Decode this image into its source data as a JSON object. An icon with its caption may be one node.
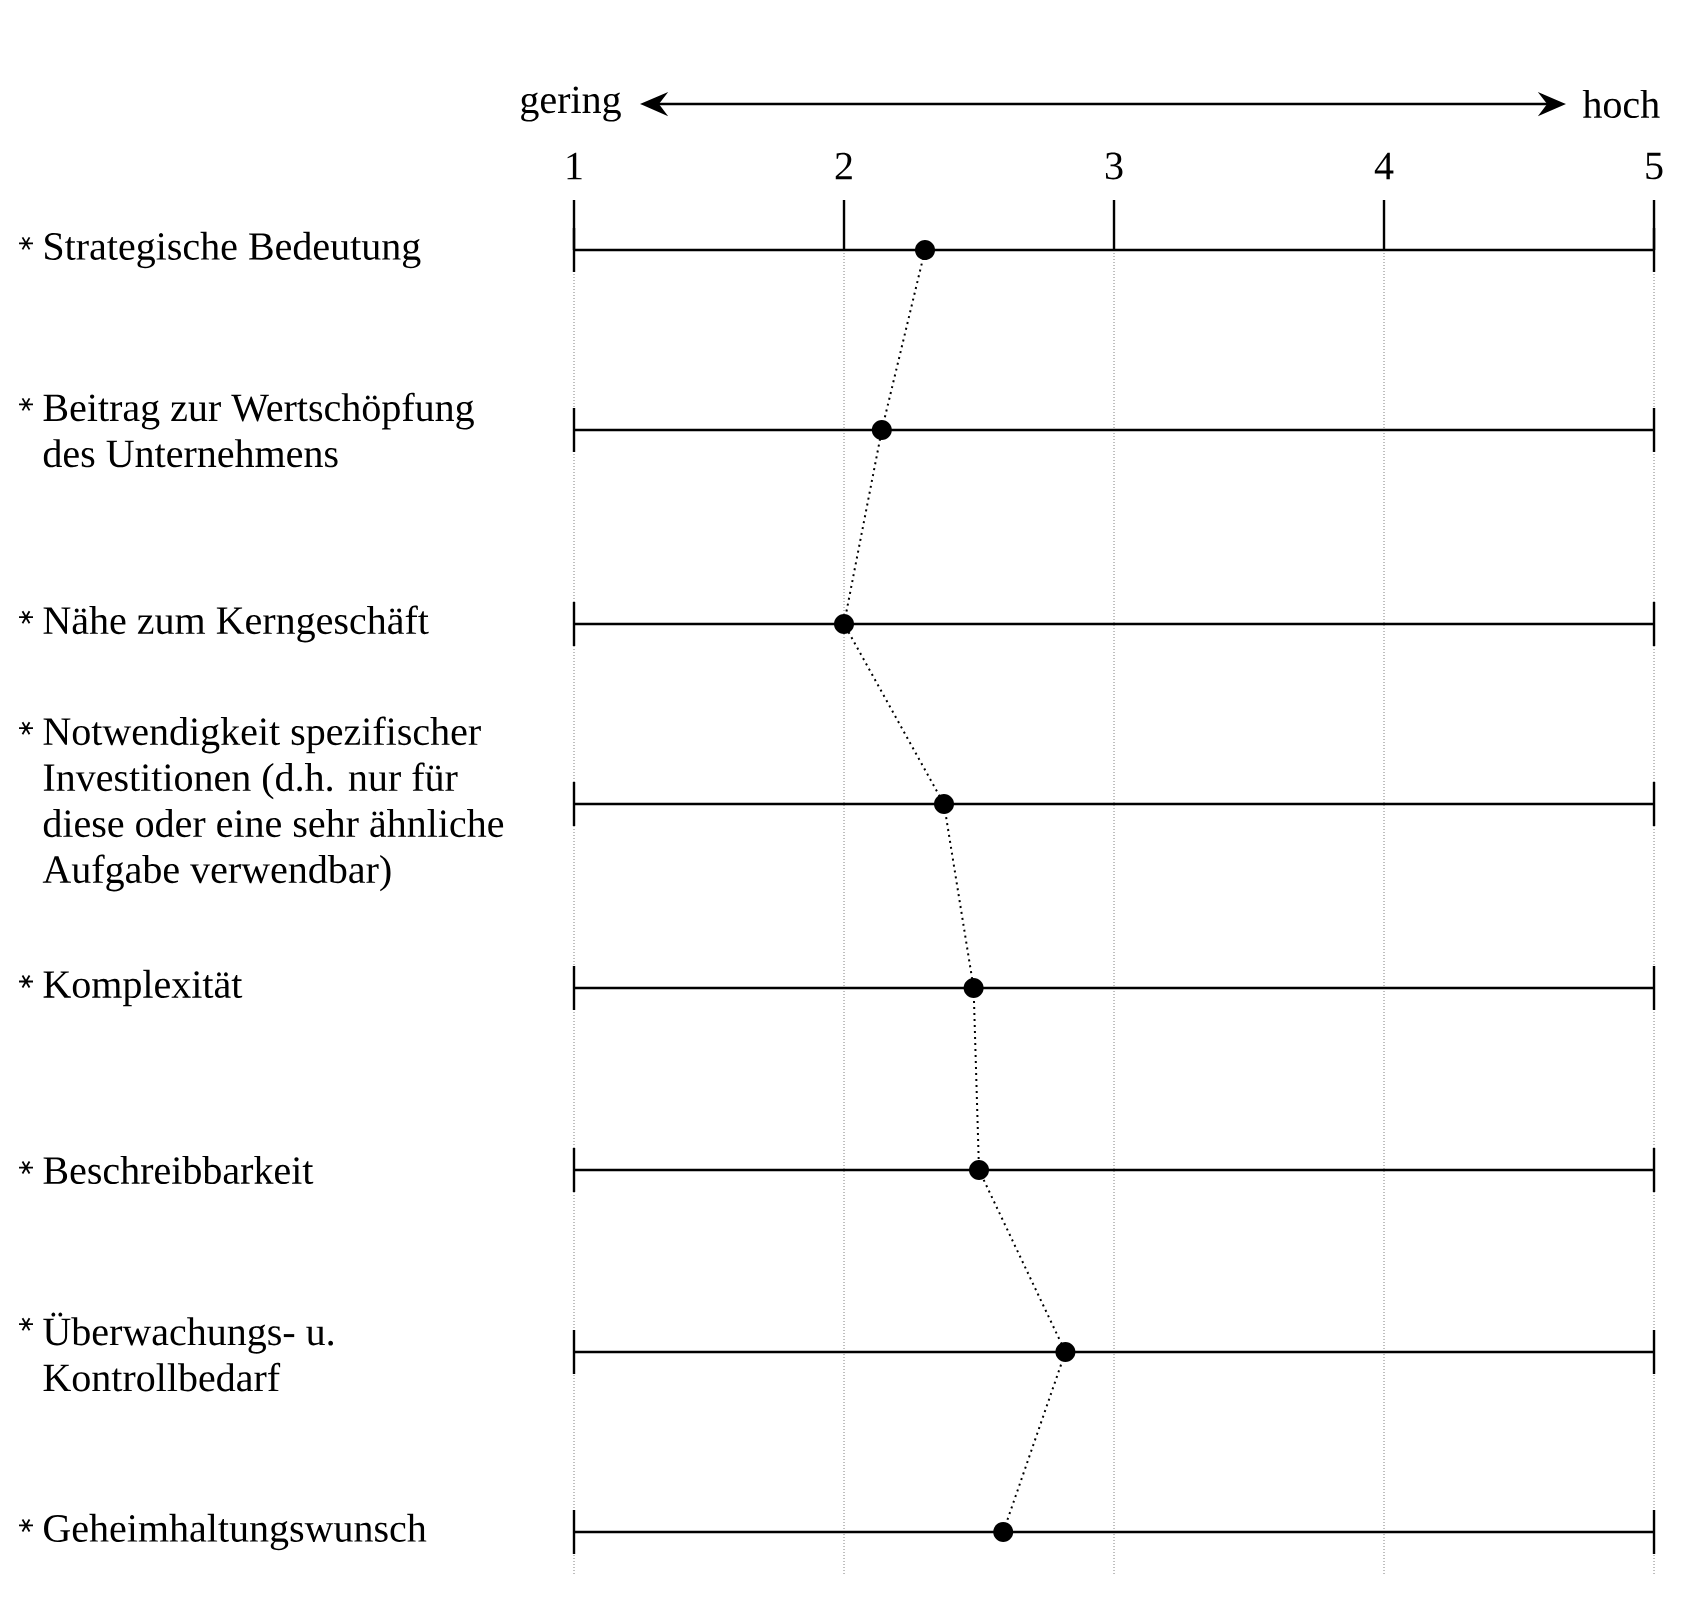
{
  "diagram": {
    "labels": [
      "gering",
      "hoch"
    ],
    "chart_data": {
      "type": "line",
      "orientation": "horizontal",
      "categories": [
        "Strategische Bedeutung",
        "Beitrag zur Wertschöpfung des Unternehmens",
        "Nähe zum Kerngeschäft",
        "Notwendigkeit spezifischer Investitionen (d.h. nur für diese oder eine sehr ähnliche Aufgabe verwendbar)",
        "Komplexität",
        "Beschreibbarkeit",
        "Überwachungs- u. Kontrollbedarf",
        "Geheimhaltungswunsch"
      ],
      "series": [
        {
          "values": [
            2.3,
            2.14,
            2.0,
            2.37,
            2.48,
            2.5,
            2.82,
            2.59
          ],
          "line_style": "dotted",
          "marker": "circle"
        }
      ],
      "grid": true,
      "xlim": [
        1,
        5
      ],
      "xticks": [
        1,
        2,
        3,
        4,
        5
      ]
    }
  }
}
